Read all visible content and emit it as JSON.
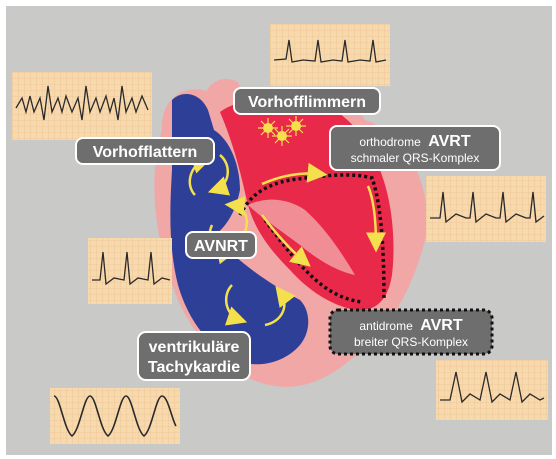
{
  "labels": {
    "vorhofflimmern": "Vorhofflimmern",
    "vorhofflattern": "Vorhofflattern",
    "avnrt": "AVNRT",
    "ortho_prefix": "orthodrome",
    "ortho_main": "AVRT",
    "ortho_sub": "schmaler QRS-Komplex",
    "anti_prefix": "antidrome",
    "anti_main": "AVRT",
    "anti_sub": "breiter QRS-Komplex",
    "vt_line1": "ventrikuläre",
    "vt_line2": "Tachykardie"
  },
  "colors": {
    "background": "#c9c9c7",
    "ecg_paper": "#f6d9ad",
    "ecg_grid": "#e9b98a",
    "ecg_trace": "#2a2a2a",
    "label_box": "#6e6e6e",
    "pericardium": "#f2a7a7",
    "blue_chambers": "#2e3f98",
    "red_chambers": "#e8294a",
    "arrow_yellow": "#f4e04d"
  }
}
